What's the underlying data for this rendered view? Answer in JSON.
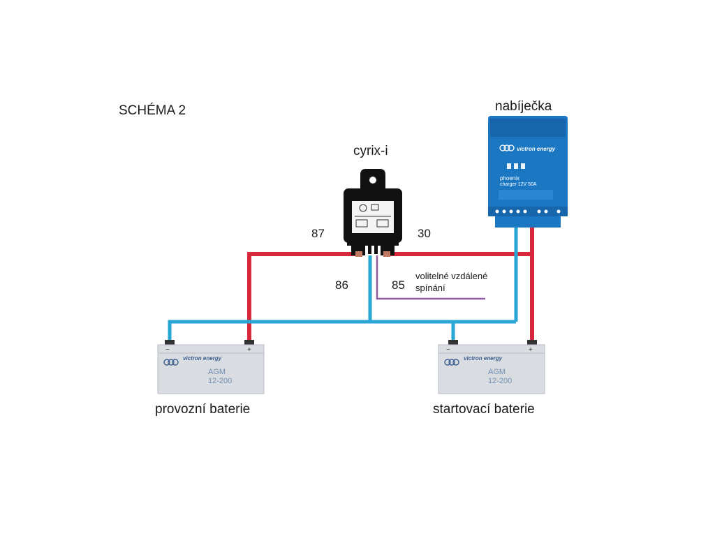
{
  "title": "SCHÉMA 2",
  "charger": {
    "label": "nabíječka",
    "brand": "victron energy",
    "model_line1": "phoenix",
    "model_line2": "charger 12V 50A"
  },
  "relay": {
    "label": "cyrix-i",
    "terminals": {
      "t87": "87",
      "t30": "30",
      "t86": "86",
      "t85": "85"
    }
  },
  "remote_switching_line1": "volitelné vzdálené",
  "remote_switching_line2": "spínání",
  "batteries": {
    "service": {
      "label": "provozní baterie",
      "brand": "victron energy",
      "type": "AGM",
      "capacity": "12-200",
      "minus": "−",
      "plus": "+"
    },
    "starter": {
      "label": "startovací baterie",
      "brand": "victron energy",
      "type": "AGM",
      "capacity": "12-200",
      "minus": "−",
      "plus": "+"
    }
  },
  "colors": {
    "positive_wire": "#d8283c",
    "negative_wire": "#2aa6d4",
    "remote_wire": "#8e5aa0",
    "charger_blue": "#1c77c3",
    "battery_grey": "#d9dce0",
    "battery_text": "#6f8fb3"
  }
}
